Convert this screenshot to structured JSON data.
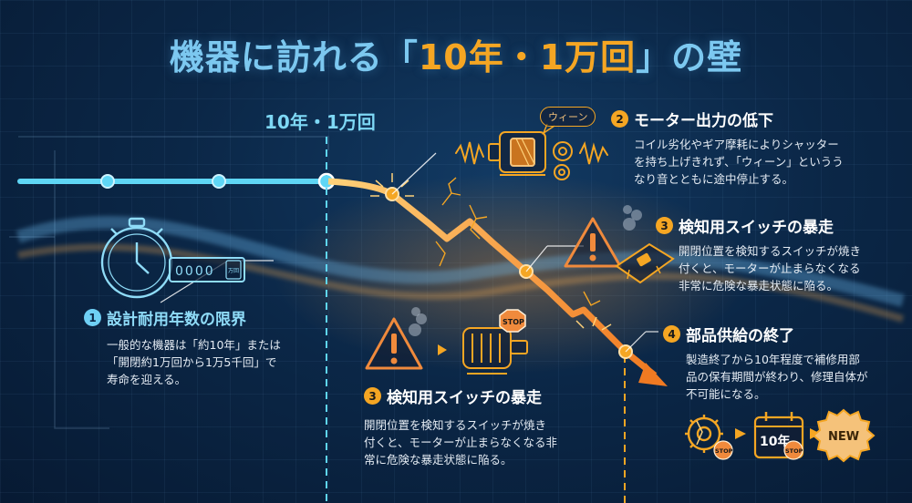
{
  "title": {
    "main": "機器に訪れる「",
    "highlight": "10年・1万回",
    "suffix": "」の壁"
  },
  "milestone_label": "10年・1万回",
  "counter_digits": "0000",
  "counter_unit": "万回",
  "sound_label": "ウィーン",
  "stop_label": "STOP",
  "calendar_label": "10年",
  "new_label": "NEW",
  "sections": [
    {
      "num": "1",
      "heading": "設計耐用年数の限界",
      "lines": [
        "一般的な機器は「約10年」または",
        "「開閉約1万回から1万5千回」で",
        "寿命を迎える。"
      ]
    },
    {
      "num": "2",
      "heading": "モーター出力の低下",
      "lines": [
        "コイル劣化やギア摩耗によりシャッター",
        "を持ち上げきれず、「ウィーン」というう",
        "なり音とともに途中停止する。"
      ]
    },
    {
      "num": "3",
      "heading": "検知用スイッチの暴走",
      "lines": [
        "開閉位置を検知するスイッチが焼き",
        "付くと、モーターが止まらなくなる",
        "非常に危険な暴走状態に陥る。"
      ]
    },
    {
      "num": "3",
      "heading": "検知用スイッチの暴走",
      "lines": [
        "開閉位置を検知するスイッチが焼き",
        "付くと、モーターが止まらなくなる非",
        "常に危険な暴走状態に陥る。"
      ]
    },
    {
      "num": "4",
      "heading": "部品供給の終了",
      "lines": [
        "製造終了から10年程度で補修用部",
        "品の保有期間が終わり、修理自体が",
        "不可能になる。"
      ]
    }
  ],
  "colors": {
    "accent_blue": "#5fd6f5",
    "accent_orange": "#f5a623",
    "background": "#0b2747",
    "warning": "#f08a3c"
  }
}
